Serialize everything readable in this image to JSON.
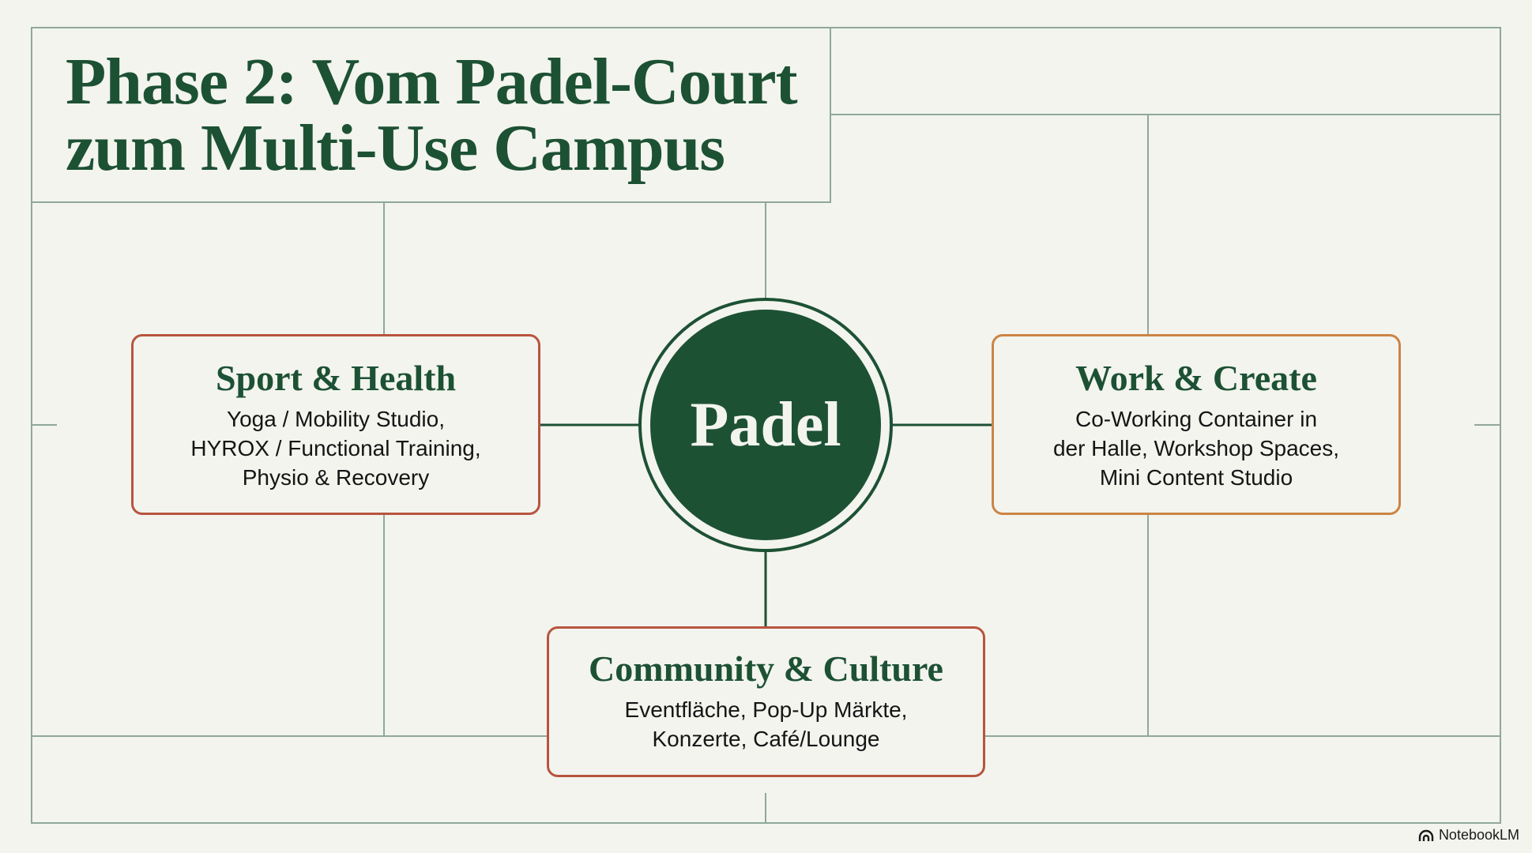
{
  "title": {
    "line1": "Phase 2: Vom Padel-Court",
    "line2": "zum Multi-Use Campus"
  },
  "center": {
    "label": "Padel"
  },
  "boxes": {
    "sport": {
      "heading": "Sport & Health",
      "lines": [
        "Yoga / Mobility Studio,",
        "HYROX / Functional Training,",
        "Physio & Recovery"
      ]
    },
    "work": {
      "heading": "Work & Create",
      "lines": [
        "Co-Working Container in",
        "der Halle, Workshop Spaces,",
        "Mini Content Studio"
      ]
    },
    "community": {
      "heading": "Community & Culture",
      "lines": [
        "Eventfläche, Pop-Up Märkte,",
        "Konzerte, Café/Lounge"
      ]
    }
  },
  "brand": {
    "label": "NotebookLM"
  },
  "colors": {
    "green": "#1d5134",
    "red_border": "#b8543f",
    "orange_border": "#cc8444",
    "background": "#f3f4ee",
    "grid": "#8fa89a"
  }
}
